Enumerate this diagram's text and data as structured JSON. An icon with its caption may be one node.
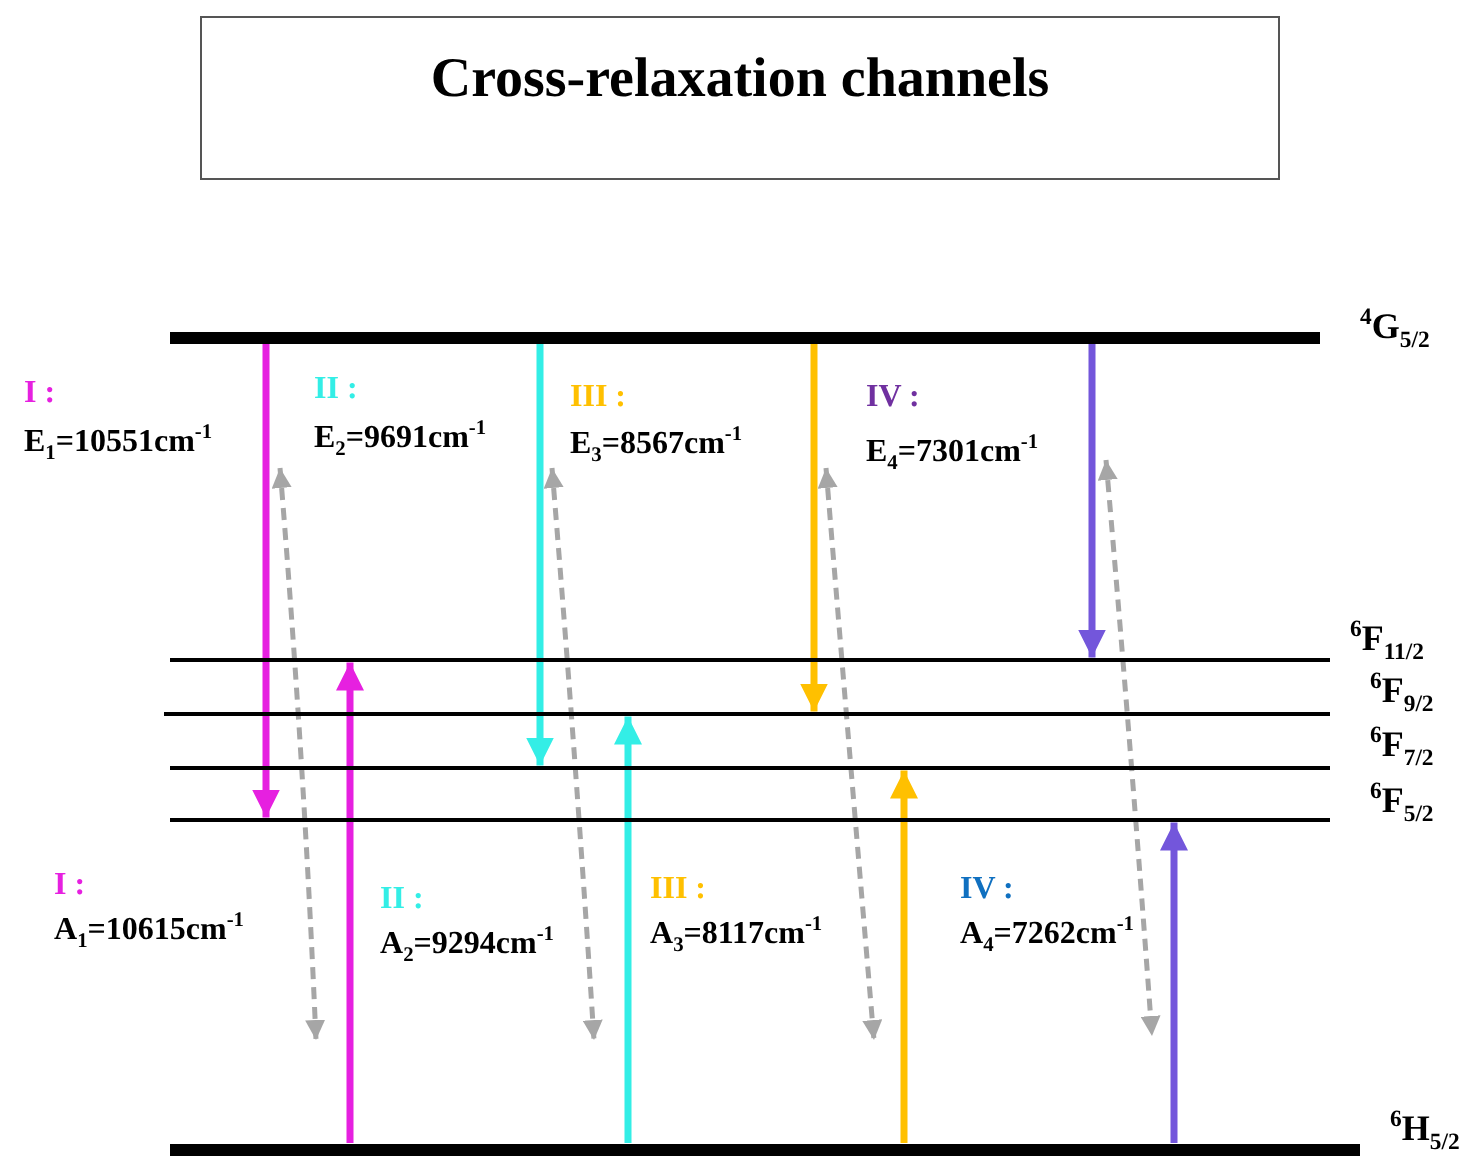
{
  "diagram": {
    "title": "Cross-relaxation channels",
    "nodes": [
      {
        "text": [],
        "shape": "bar",
        "beside": [
          "$^{4}$G$_{5/2}$"
        ]
      },
      {
        "text": [],
        "shape": "bar",
        "beside": [
          "$^{6}$F$_{11/2}$"
        ]
      },
      {
        "text": [],
        "shape": "bar",
        "beside": [
          "$^{6}$F$_{9/2}$"
        ]
      },
      {
        "text": [],
        "shape": "bar",
        "beside": [
          "$^{6}$F$_{7/2}$"
        ]
      },
      {
        "text": [],
        "shape": "bar",
        "beside": [
          "$^{6}$F$_{5/2}$"
        ]
      },
      {
        "text": [],
        "shape": "bar",
        "beside": [
          "$^{6}$H$_{5/2}$"
        ]
      }
    ],
    "edges": [
      {
        "from": 0,
        "to": 4,
        "arrow": "to",
        "color": "#e620e0"
      },
      {
        "from": 5,
        "to": 1,
        "arrow": "to",
        "color": "#e620e0"
      },
      {
        "from": 0,
        "to": 3,
        "arrow": "to",
        "color": "#33eee6"
      },
      {
        "from": 5,
        "to": 2,
        "arrow": "to",
        "color": "#33eee6"
      },
      {
        "from": 0,
        "to": 2,
        "arrow": "to",
        "color": "#ffc000"
      },
      {
        "from": 5,
        "to": 3,
        "arrow": "to",
        "color": "#ffc000"
      },
      {
        "from": 0,
        "to": 1,
        "arrow": "to",
        "color": "#7356db"
      },
      {
        "from": 5,
        "to": 4,
        "arrow": "to",
        "color": "#7356db"
      }
    ],
    "labels": [
      "I :",
      "E$_{1}$=10551cm$^{-1}$",
      "II :",
      "E$_{2}$=9691cm$^{-1}$",
      "III :",
      "E$_{3}$=8567cm$^{-1}$",
      "IV :",
      "E$_{4}$=7301cm$^{-1}$",
      "I :",
      "A$_{1}$=10615cm$^{-1}$",
      "II :",
      "A$_{2}$=9294cm$^{-1}$",
      "III :",
      "A$_{3}$=8117cm$^{-1}$",
      "IV :",
      "A$_{4}$=7262cm$^{-1}$"
    ]
  }
}
